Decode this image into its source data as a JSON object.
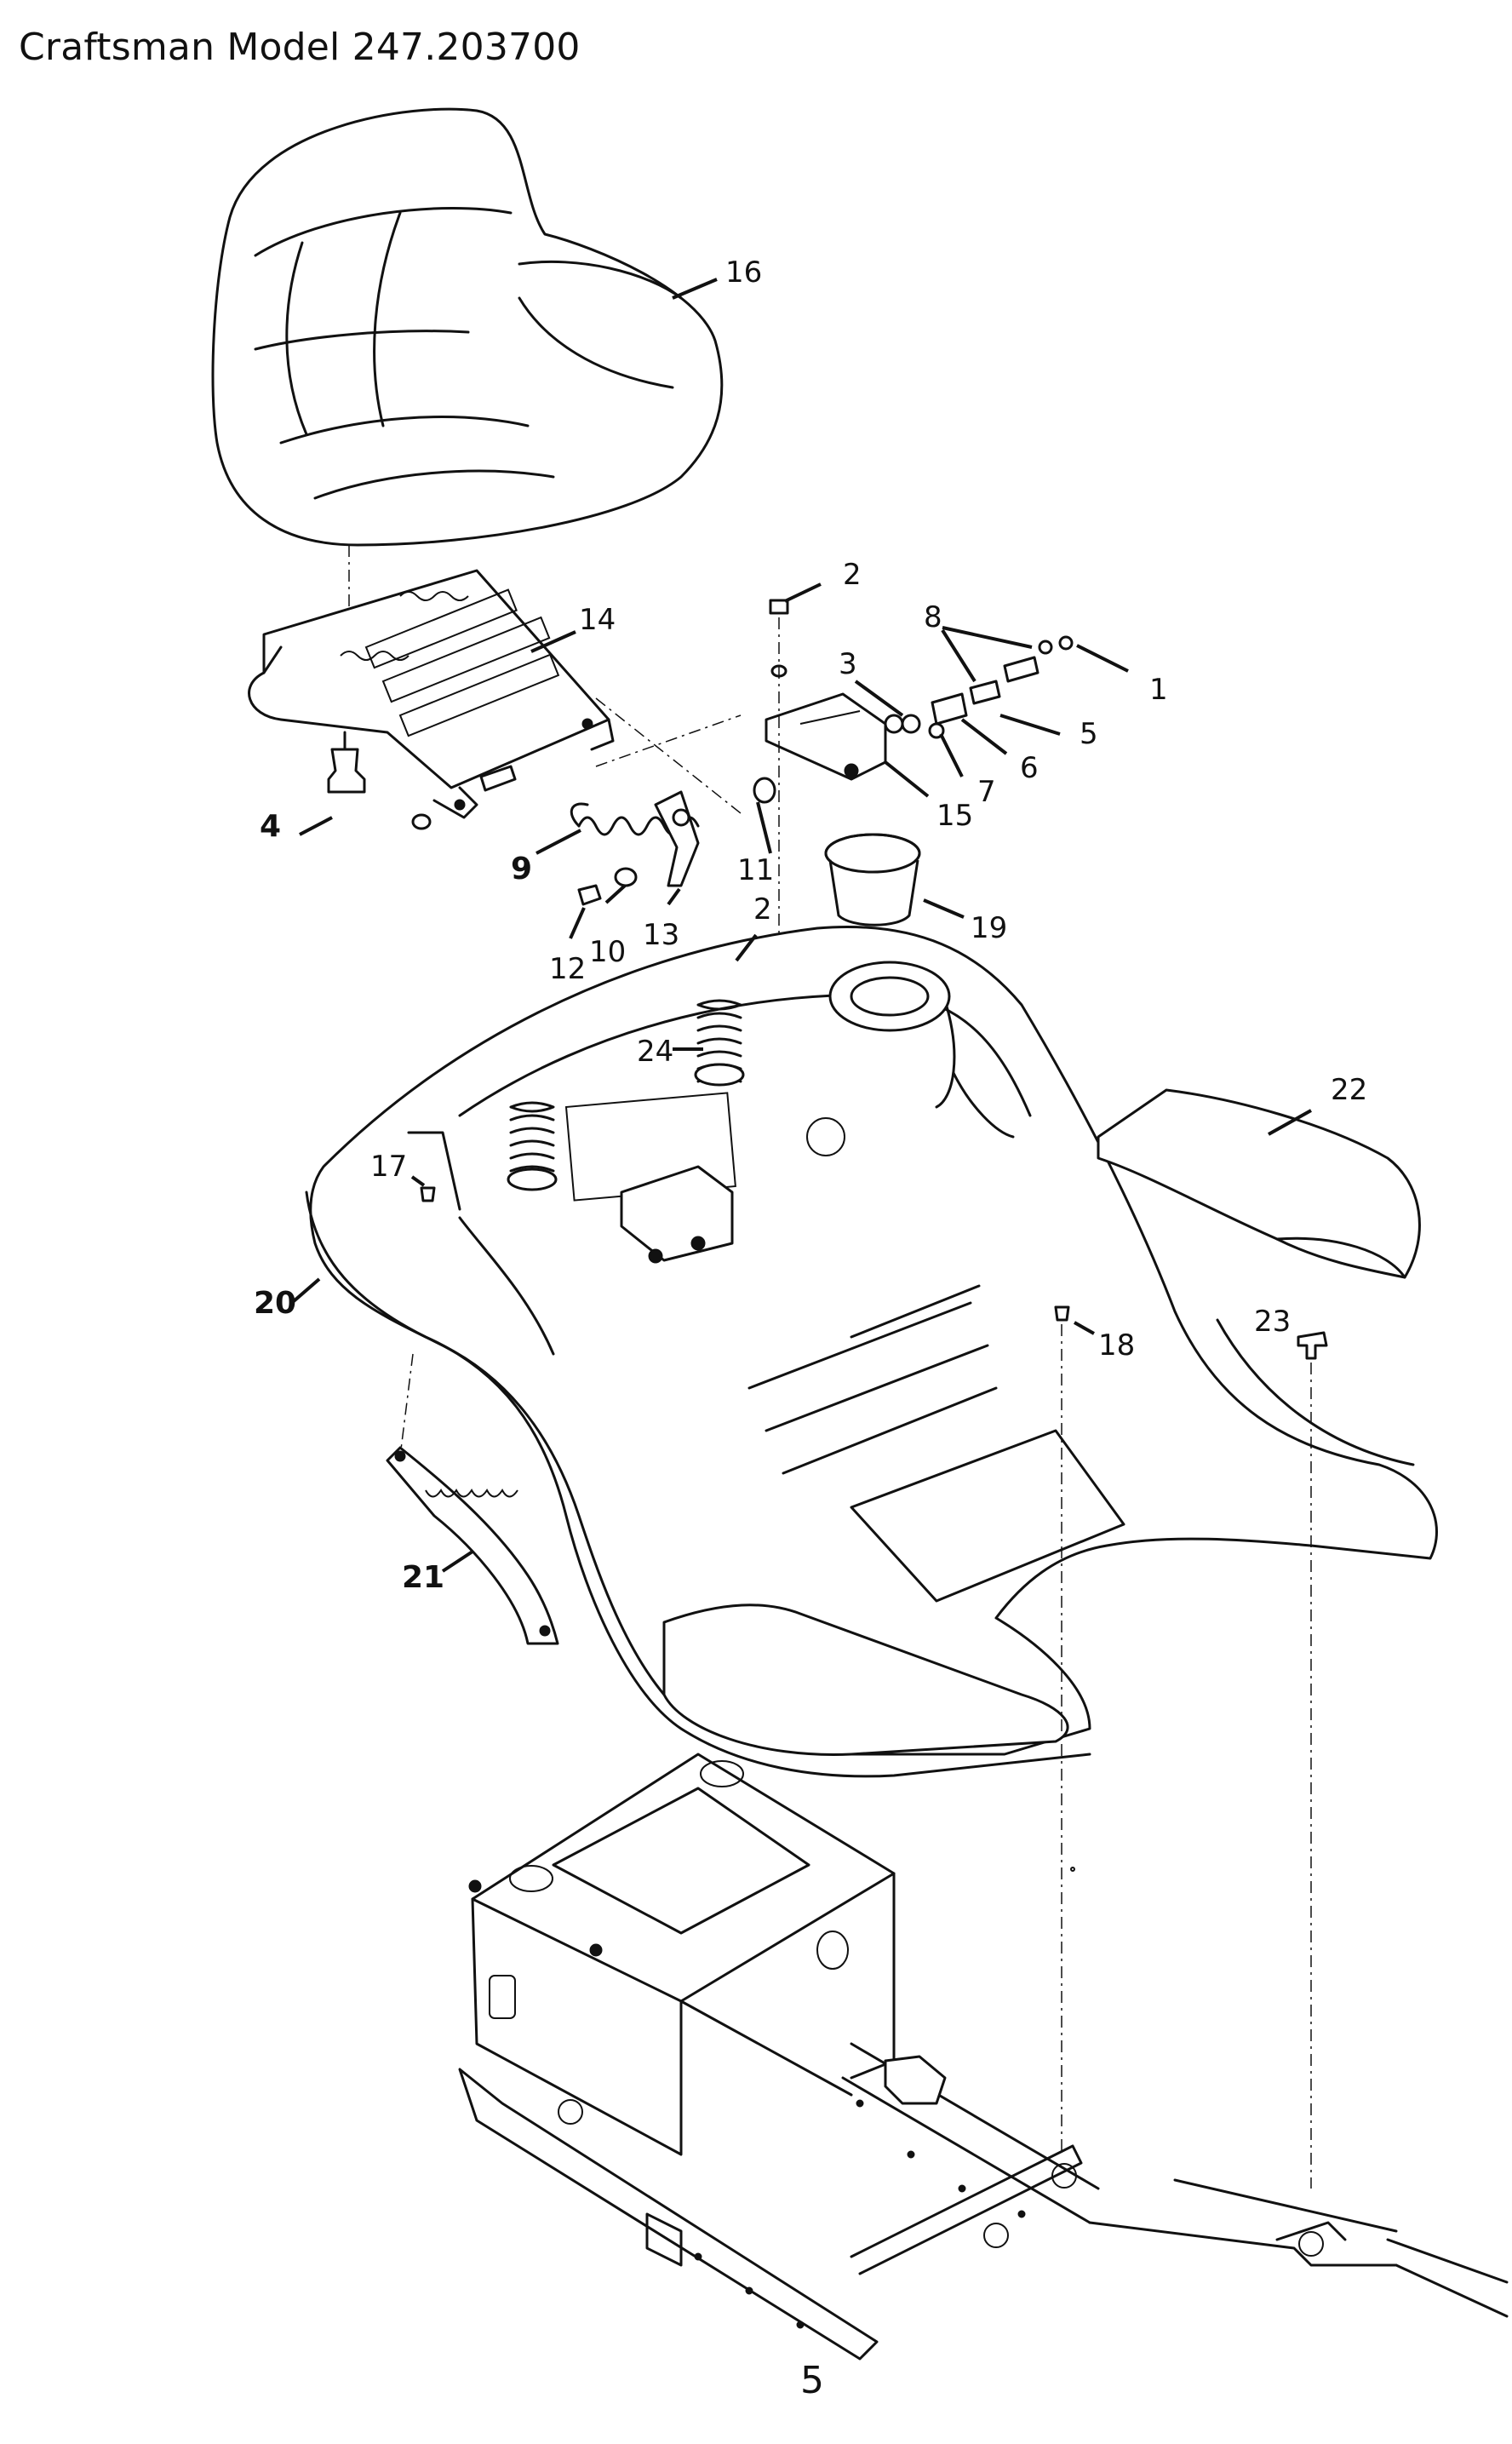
{
  "header": {
    "title": "Craftsman Model 247.203700"
  },
  "footer": {
    "page_number": "5"
  },
  "callouts": [
    {
      "id": "c1",
      "label": "1"
    },
    {
      "id": "c2a",
      "label": "2"
    },
    {
      "id": "c2b",
      "label": "2"
    },
    {
      "id": "c3",
      "label": "3"
    },
    {
      "id": "c4",
      "label": "4"
    },
    {
      "id": "c5",
      "label": "5"
    },
    {
      "id": "c6",
      "label": "6"
    },
    {
      "id": "c7",
      "label": "7"
    },
    {
      "id": "c8",
      "label": "8"
    },
    {
      "id": "c9",
      "label": "9"
    },
    {
      "id": "c10",
      "label": "10"
    },
    {
      "id": "c11",
      "label": "11"
    },
    {
      "id": "c12",
      "label": "12"
    },
    {
      "id": "c13",
      "label": "13"
    },
    {
      "id": "c14",
      "label": "14"
    },
    {
      "id": "c15",
      "label": "15"
    },
    {
      "id": "c16",
      "label": "16"
    },
    {
      "id": "c17",
      "label": "17"
    },
    {
      "id": "c18",
      "label": "18"
    },
    {
      "id": "c19",
      "label": "19"
    },
    {
      "id": "c20",
      "label": "20"
    },
    {
      "id": "c21",
      "label": "21"
    },
    {
      "id": "c22",
      "label": "22"
    },
    {
      "id": "c23",
      "label": "23"
    },
    {
      "id": "c24",
      "label": "24"
    }
  ]
}
